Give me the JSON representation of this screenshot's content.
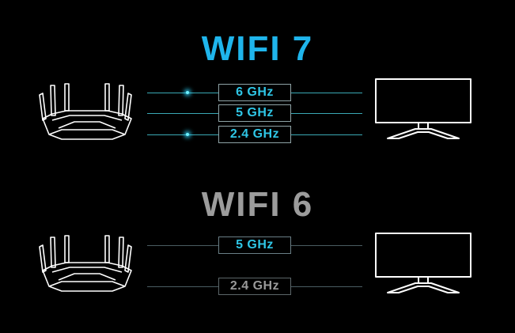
{
  "sections": [
    {
      "title": "WIFI 7",
      "title_color": "#1fb5ec",
      "bands": [
        "6 GHz",
        "5 GHz",
        "2.4 GHz"
      ]
    },
    {
      "title": "WIFI 6",
      "title_color": "#9c9c9c",
      "bands": [
        "5 GHz",
        "2.4 GHz"
      ]
    }
  ],
  "icons": [
    "router-icon",
    "monitor-icon"
  ],
  "colors": {
    "background": "#000000",
    "accent": "#2fc6e6",
    "muted": "#9a9a9a"
  }
}
